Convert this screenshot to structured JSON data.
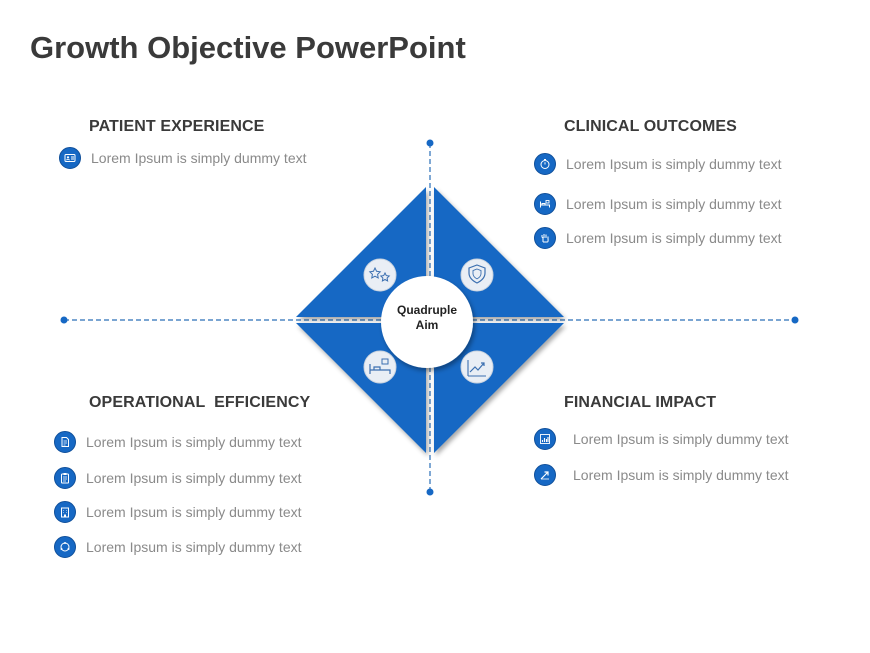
{
  "title": "Growth Objective PowerPoint",
  "center_label": "Quadruple Aim",
  "colors": {
    "primary": "#1668c4",
    "primary_dark": "#0d4d96",
    "line": "#2a6fb8"
  },
  "quadrants": {
    "patient_experience": {
      "heading": "PATIENT EXPERIENCE",
      "items": [
        {
          "icon": "id-card-icon",
          "text": "Lorem Ipsum is simply dummy text"
        }
      ]
    },
    "clinical_outcomes": {
      "heading": "CLINICAL OUTCOMES",
      "items": [
        {
          "icon": "timer-icon",
          "text": "Lorem Ipsum is simply dummy text"
        },
        {
          "icon": "hospital-bed-icon",
          "text": "Lorem Ipsum is simply dummy text"
        },
        {
          "icon": "hand-icon",
          "text": "Lorem Ipsum is simply dummy text"
        }
      ]
    },
    "operational_efficiency": {
      "heading": "OPERATIONAL  EFFICIENCY",
      "items": [
        {
          "icon": "document-icon",
          "text": "Lorem Ipsum is simply dummy text"
        },
        {
          "icon": "clipboard-icon",
          "text": "Lorem Ipsum is simply dummy text"
        },
        {
          "icon": "building-icon",
          "text": "Lorem Ipsum is simply dummy text"
        },
        {
          "icon": "cycle-icon",
          "text": "Lorem Ipsum is simply dummy text"
        }
      ]
    },
    "financial_impact": {
      "heading": "FINANCIAL IMPACT",
      "items": [
        {
          "icon": "bar-chart-icon",
          "text": "Lorem Ipsum is simply dummy text"
        },
        {
          "icon": "growth-arrow-icon",
          "text": "Lorem Ipsum is simply dummy text"
        }
      ]
    }
  },
  "diagram_icons": [
    "stars-icon",
    "shield-icon",
    "hospital-bed-icon",
    "growth-chart-icon"
  ]
}
